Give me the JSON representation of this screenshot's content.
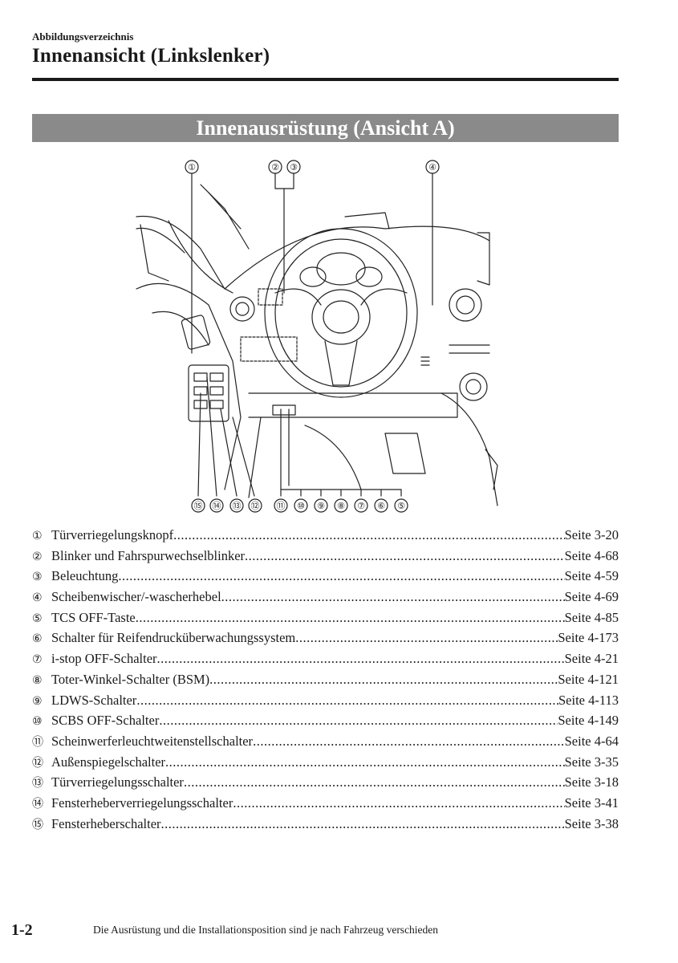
{
  "header": {
    "section": "Abbildungsverzeichnis",
    "title": "Innenansicht (Linkslenker)"
  },
  "banner": "Innenausrüstung (Ansicht A)",
  "figure": {
    "callouts_top": [
      "①",
      "②",
      "③",
      "④"
    ],
    "callouts_bottom": [
      "⑮",
      "⑭",
      "⑬",
      "⑫",
      "⑪",
      "⑩",
      "⑨",
      "⑧",
      "⑦",
      "⑥",
      "⑤"
    ]
  },
  "items": [
    {
      "marker": "①",
      "label": "Türverriegelungsknopf",
      "page": "Seite 3-20"
    },
    {
      "marker": "②",
      "label": "Blinker und Fahrspurwechselblinker ",
      "page": "Seite 4-68"
    },
    {
      "marker": "③",
      "label": "Beleuchtung ",
      "page": "Seite 4-59"
    },
    {
      "marker": "④",
      "label": "Scheibenwischer/-wascherhebel ",
      "page": "Seite 4-69"
    },
    {
      "marker": "⑤",
      "label": "TCS OFF-Taste ",
      "page": "Seite 4-85"
    },
    {
      "marker": "⑥",
      "label": "Schalter für Reifendrucküberwachungssystem",
      "page": "Seite 4-173"
    },
    {
      "marker": "⑦",
      "label": "i-stop OFF-Schalter",
      "page": "Seite 4-21"
    },
    {
      "marker": "⑧",
      "label": "Toter-Winkel-Schalter (BSM)",
      "page": "Seite 4-121"
    },
    {
      "marker": "⑨",
      "label": "LDWS-Schalter",
      "page": "Seite 4-113"
    },
    {
      "marker": "⑩",
      "label": "SCBS OFF-Schalter",
      "page": "Seite 4-149"
    },
    {
      "marker": "⑪",
      "label": "Scheinwerferleuchtweitenstellschalter",
      "page": "Seite 4-64"
    },
    {
      "marker": "⑫",
      "label": "Außenspiegelschalter ",
      "page": "Seite 3-35"
    },
    {
      "marker": "⑬",
      "label": "Türverriegelungsschalter",
      "page": "Seite 3-18"
    },
    {
      "marker": "⑭",
      "label": "Fensterheberverriegelungsschalter",
      "page": "Seite 3-41"
    },
    {
      "marker": "⑮",
      "label": "Fensterheberschalter",
      "page": "Seite 3-38"
    }
  ],
  "footer": {
    "page_number": "1-2",
    "note": "Die Ausrüstung und die Installationsposition sind je nach Fahrzeug verschieden"
  }
}
